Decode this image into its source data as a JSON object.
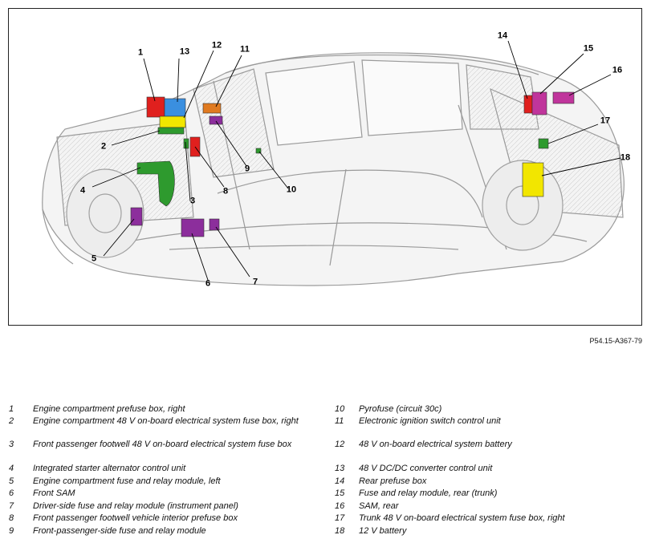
{
  "figure_code": "P54.15-A367-79",
  "callouts": [
    {
      "n": "1"
    },
    {
      "n": "2"
    },
    {
      "n": "3"
    },
    {
      "n": "4"
    },
    {
      "n": "5"
    },
    {
      "n": "6"
    },
    {
      "n": "7"
    },
    {
      "n": "8"
    },
    {
      "n": "9"
    },
    {
      "n": "10"
    },
    {
      "n": "11"
    },
    {
      "n": "12"
    },
    {
      "n": "13"
    },
    {
      "n": "14"
    },
    {
      "n": "15"
    },
    {
      "n": "16"
    },
    {
      "n": "17"
    },
    {
      "n": "18"
    }
  ],
  "legend": [
    {
      "n": "1",
      "text": "Engine compartment prefuse box, right"
    },
    {
      "n": "2",
      "text": "Engine compartment 48 V on-board electrical system fuse box, right"
    },
    {
      "n": "3",
      "text": "Front passenger footwell 48 V on-board electrical system fuse box"
    },
    {
      "n": "4",
      "text": "Integrated starter alternator control unit"
    },
    {
      "n": "5",
      "text": "Engine compartment fuse and relay module, left"
    },
    {
      "n": "6",
      "text": "Front SAM"
    },
    {
      "n": "7",
      "text": "Driver-side fuse and relay module (instrument panel)"
    },
    {
      "n": "8",
      "text": "Front passenger footwell vehicle interior prefuse box"
    },
    {
      "n": "9",
      "text": "Front-passenger-side fuse and relay module"
    },
    {
      "n": "10",
      "text": "Pyrofuse (circuit 30c)"
    },
    {
      "n": "11",
      "text": "Electronic ignition switch control unit"
    },
    {
      "n": "12",
      "text": "48 V on-board electrical system battery"
    },
    {
      "n": "13",
      "text": "48 V DC/DC converter control unit"
    },
    {
      "n": "14",
      "text": "Rear prefuse box"
    },
    {
      "n": "15",
      "text": "Fuse and relay module, rear (trunk)"
    },
    {
      "n": "16",
      "text": "SAM, rear"
    },
    {
      "n": "17",
      "text": "Trunk 48 V on-board electrical system fuse box, right"
    },
    {
      "n": "18",
      "text": "12 V battery"
    }
  ],
  "component_colors": {
    "red": "#e0201e",
    "blue": "#3a8fe0",
    "yellow": "#f2e600",
    "green": "#2e9a2e",
    "orange": "#e07a20",
    "purple": "#8c2e9c",
    "magenta": "#c0359c"
  }
}
